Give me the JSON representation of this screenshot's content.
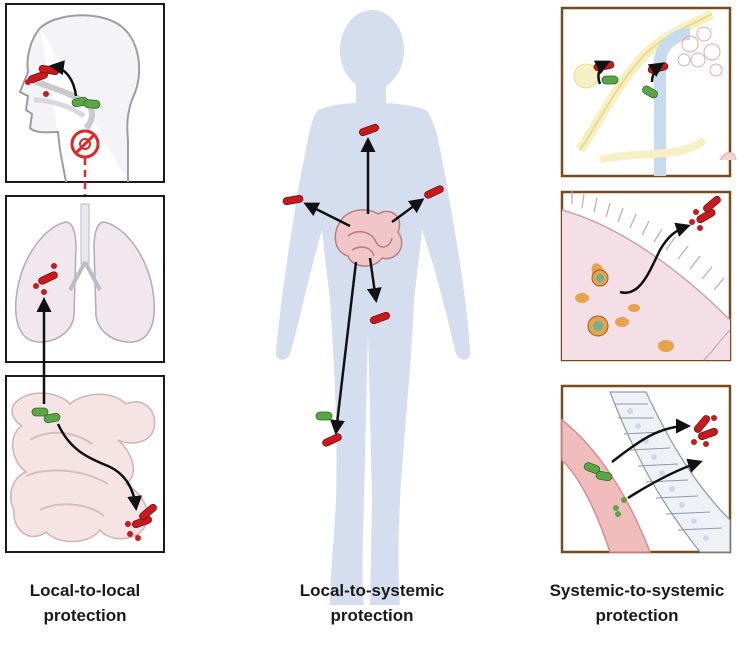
{
  "captions": {
    "local_to_local": {
      "line1": "Local-to-local",
      "line2": "protection"
    },
    "local_to_systemic": {
      "line1": "Local-to-systemic",
      "line2": "protection"
    },
    "systemic_to_systemic": {
      "line1": "Systemic-to-systemic",
      "line2": "protection"
    }
  },
  "colors": {
    "red_cell": "#c8191d",
    "green_cell": "#5aa646",
    "left_panel_border": "#1a1a1a",
    "right_panel_border": "#7a4a1f",
    "body_silhouette": "#d5deee",
    "dashed_arrow": "#e1262b"
  },
  "icons": {
    "no_transfer": "prohibition-icon",
    "arrow": "black-arrow"
  }
}
